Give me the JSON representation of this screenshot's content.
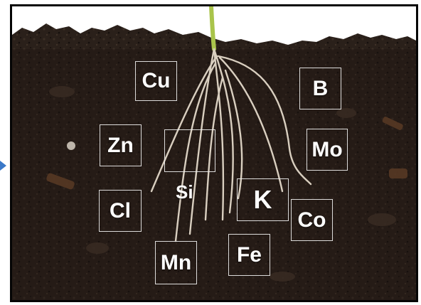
{
  "elements": {
    "cu": "Cu",
    "b": "B",
    "zn": "Zn",
    "mo": "Mo",
    "si": "Si",
    "k": "K",
    "cl": "Cl",
    "co": "Co",
    "mn": "Mn",
    "fe": "Fe"
  },
  "colors": {
    "soil_dark": "#1c1512",
    "soil_mid": "#2d221b",
    "root": "#d9cfc0",
    "stem": "#a9c44b",
    "pointer_arrow": "#3a78c8"
  }
}
